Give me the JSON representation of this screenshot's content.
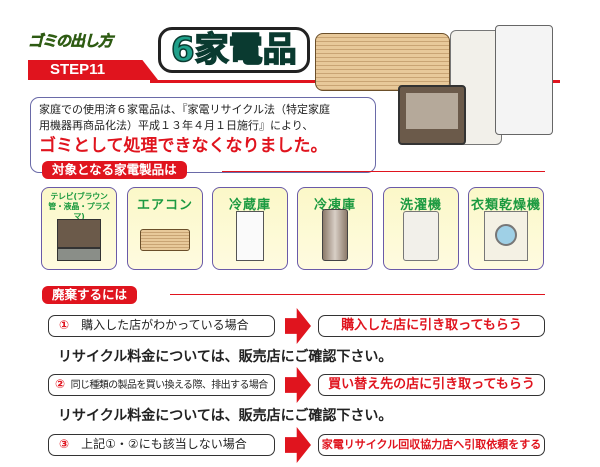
{
  "header": {
    "subtitle": "ゴミの出し方",
    "step": "STEP11",
    "title": "6家電品"
  },
  "info": {
    "line1": "家庭での使用済６家電品は、『家電リサイクル法（特定家庭",
    "line2": "用機器再商品化法）平成１３年４月１日施行』により、",
    "emphasis": "ゴミとして処理できなくなりました。"
  },
  "targets": {
    "heading": "対象となる家電製品は",
    "items": [
      {
        "label": "テレビ(ブラウン管・液晶・プラズマ)",
        "icon": "tv-icon"
      },
      {
        "label": "エアコン",
        "icon": "air-conditioner-icon"
      },
      {
        "label": "冷蔵庫",
        "icon": "refrigerator-icon"
      },
      {
        "label": "冷凍庫",
        "icon": "freezer-icon"
      },
      {
        "label": "洗濯機",
        "icon": "washing-machine-icon"
      },
      {
        "label": "衣類乾燥機",
        "icon": "clothes-dryer-icon"
      }
    ]
  },
  "disposal": {
    "heading": "廃棄するには",
    "cases": [
      {
        "num": "①",
        "condition": "購入した店がわかっている場合",
        "action": "購入した店に引き取ってもらう",
        "note": "リサイクル料金については、販売店にご確認下さい。"
      },
      {
        "num": "②",
        "condition": "同じ種類の製品を買い換える際、排出する場合",
        "action": "買い替え先の店に引き取ってもらう",
        "note": "リサイクル料金については、販売店にご確認下さい。"
      },
      {
        "num": "③",
        "condition": "上記①・②にも該当しない場合",
        "action": "家電リサイクル回収協力店へ引取依頼をする"
      }
    ]
  },
  "colors": {
    "red": "#e0141e",
    "green": "#1c9a40",
    "teal": "#1fa08a"
  }
}
